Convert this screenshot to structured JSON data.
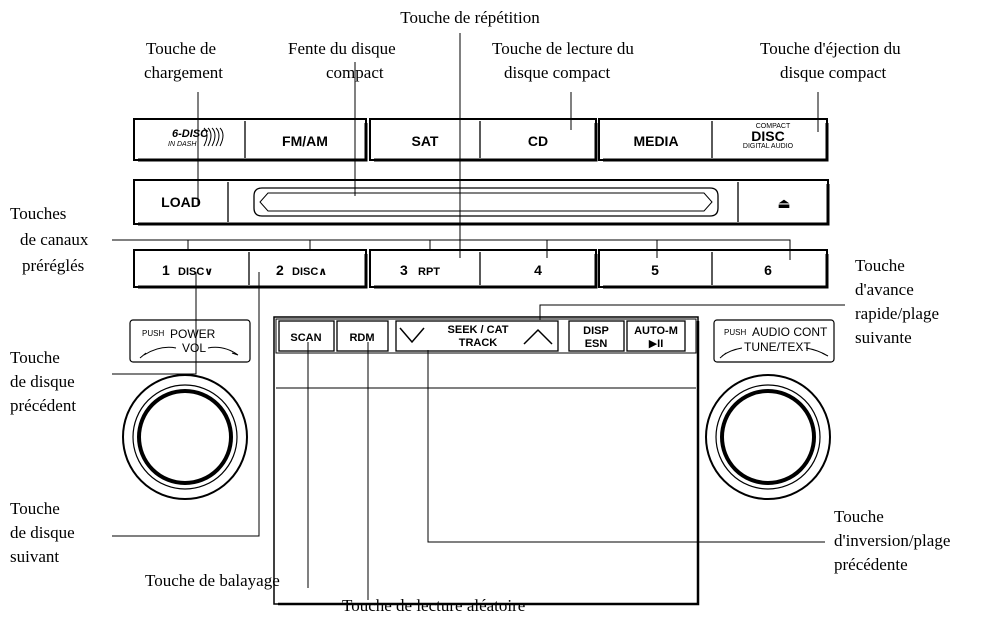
{
  "labels": {
    "repeat": "Touche de répétition",
    "load_1": "Touche de",
    "load_2": "chargement",
    "slot_1": "Fente du disque",
    "slot_2": "compact",
    "play_1": "Touche de lecture du",
    "play_2": "disque compact",
    "eject_1": "Touche d'éjection du",
    "eject_2": "disque compact",
    "preset_1": "Touches",
    "preset_2": "de canaux",
    "preset_3": "préréglés",
    "ff_1": "Touche",
    "ff_2": "d'avance",
    "ff_3": "rapide/plage",
    "ff_4": "suivante",
    "prevdisc_1": "Touche",
    "prevdisc_2": "de disque",
    "prevdisc_3": "précédent",
    "nextdisc_1": "Touche",
    "nextdisc_2": "de disque",
    "nextdisc_3": "suivant",
    "rew_1": "Touche",
    "rew_2": "d'inversion/plage",
    "rew_3": "précédente",
    "scan": "Touche de balayage",
    "random": "Touche de lecture aléatoire"
  },
  "buttons": {
    "sixdisc_1": "6-DISC",
    "sixdisc_2": "IN DASH",
    "fmam": "FM/AM",
    "sat": "SAT",
    "cd": "CD",
    "media": "MEDIA",
    "compact_1": "COMPACT",
    "compact_2": "DISC",
    "compact_3": "DIGITAL AUDIO",
    "load": "LOAD",
    "eject": "⏏",
    "p1_num": "1",
    "p1_txt": "DISC∨",
    "p2_num": "2",
    "p2_txt": "DISC∧",
    "p3_num": "3",
    "p3_txt": "RPT",
    "p4": "4",
    "p5": "5",
    "p6": "6",
    "scan": "SCAN",
    "rdm": "RDM",
    "seek_1": "SEEK / CAT",
    "seek_2": "TRACK",
    "disp_1": "DISP",
    "disp_2": "ESN",
    "autom_1": "AUTO-M",
    "autom_2": "▶II"
  },
  "knobs": {
    "left_push": "PUSH",
    "left_title": "POWER",
    "left_sub": "VOL",
    "right_push": "PUSH",
    "right_title": "AUDIO CONT",
    "right_sub": "TUNE/TEXT"
  }
}
